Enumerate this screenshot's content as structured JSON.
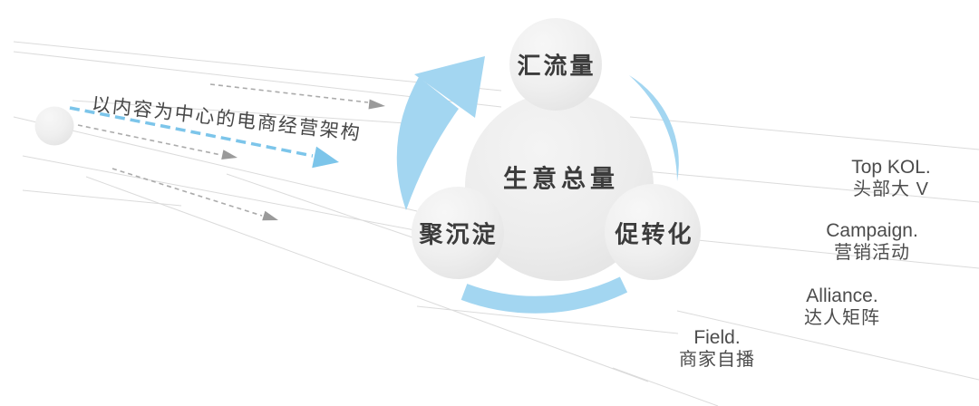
{
  "title": "以内容为中心的电商经营架构",
  "hub": {
    "label": "生意总量"
  },
  "nodes": [
    {
      "id": "traffic",
      "label": "汇流量"
    },
    {
      "id": "retention",
      "label": "聚沉淀"
    },
    {
      "id": "conversion",
      "label": "促转化"
    }
  ],
  "channels": [
    {
      "en": "Top KOL.",
      "zh": "头部大 V"
    },
    {
      "en": "Campaign.",
      "zh": "营销活动"
    },
    {
      "en": "Alliance.",
      "zh": "达人矩阵"
    },
    {
      "en": "Field.",
      "zh": "商家自播"
    }
  ],
  "colors": {
    "accent_blue": "#A3D6F1",
    "dashed_blue": "#7CC5EA",
    "line_gray": "#DBDBDB",
    "dash_gray": "#ABABAB",
    "arrow_gray": "#9A9A9A",
    "text_dark": "#3C3C3C",
    "text_gray": "#4C4C4C"
  }
}
